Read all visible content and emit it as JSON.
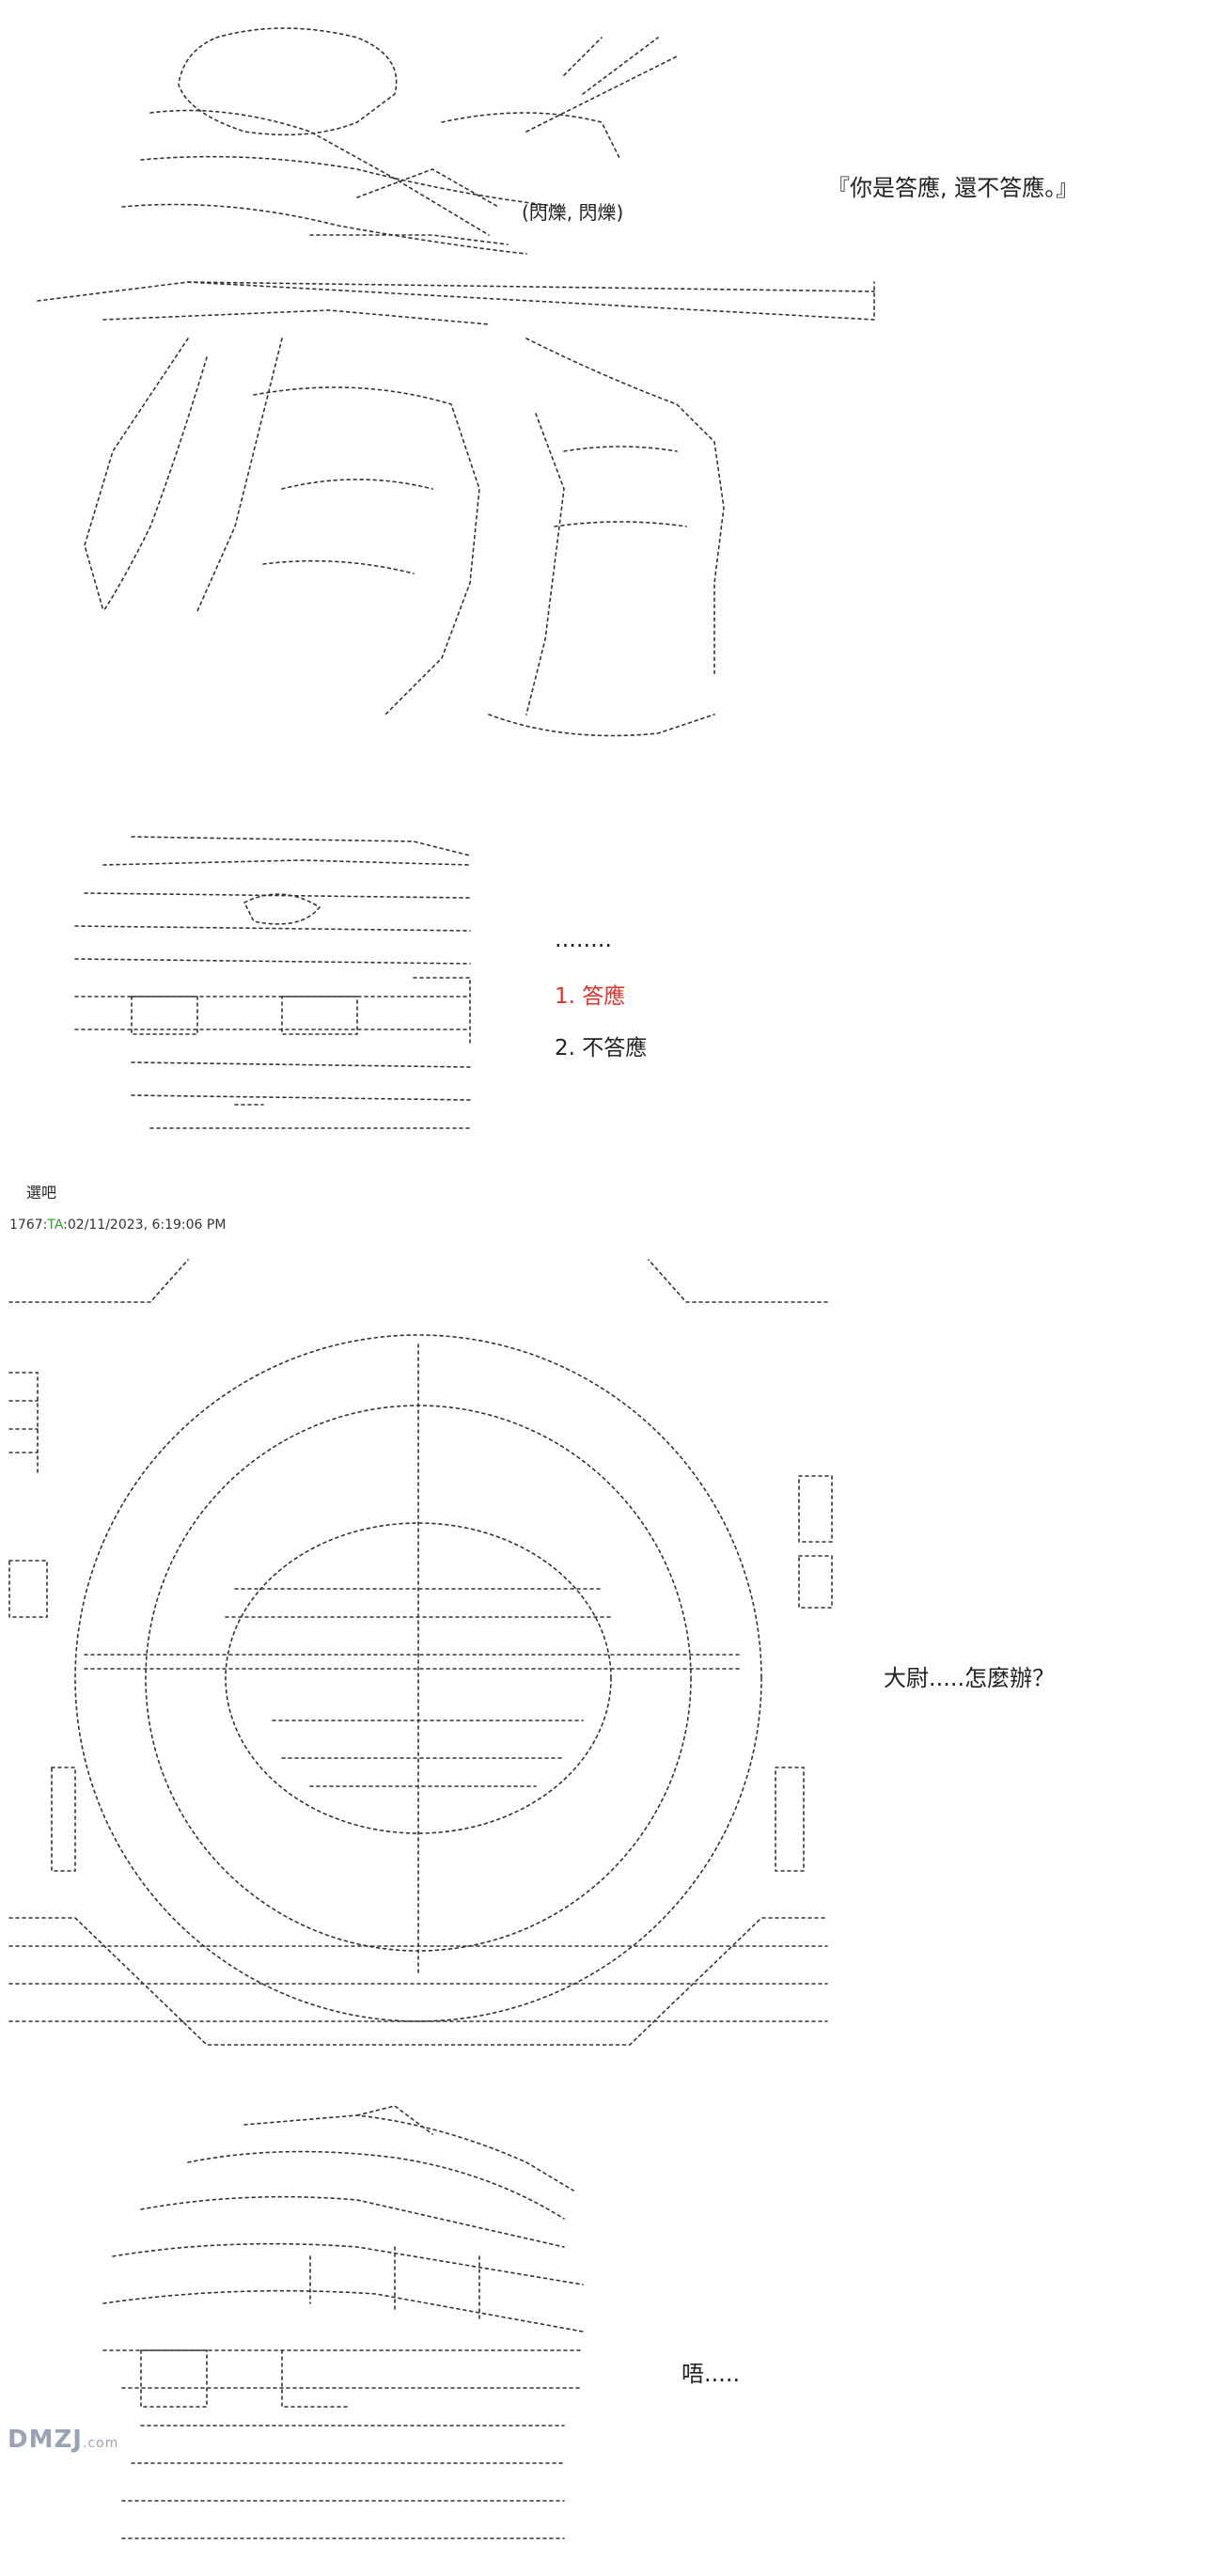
{
  "panel1": {
    "sfx": "(閃爍, 閃爍)",
    "quote": "『你是答應, 還不答應。』"
  },
  "panel2": {
    "dots": "........",
    "option1": "1. 答應",
    "option2": "2. 不答應",
    "prompt": "選吧",
    "option1_color": "#e0302a"
  },
  "post": {
    "number": "1767:",
    "tag": "TA",
    "timestamp": ":02/11/2023, 6:19:06 PM"
  },
  "panel3": {
    "line": "大尉.....怎麼辦？"
  },
  "panel4": {
    "line": "唔....."
  },
  "watermark": {
    "text": "DMZJ",
    "sub": ".com"
  }
}
